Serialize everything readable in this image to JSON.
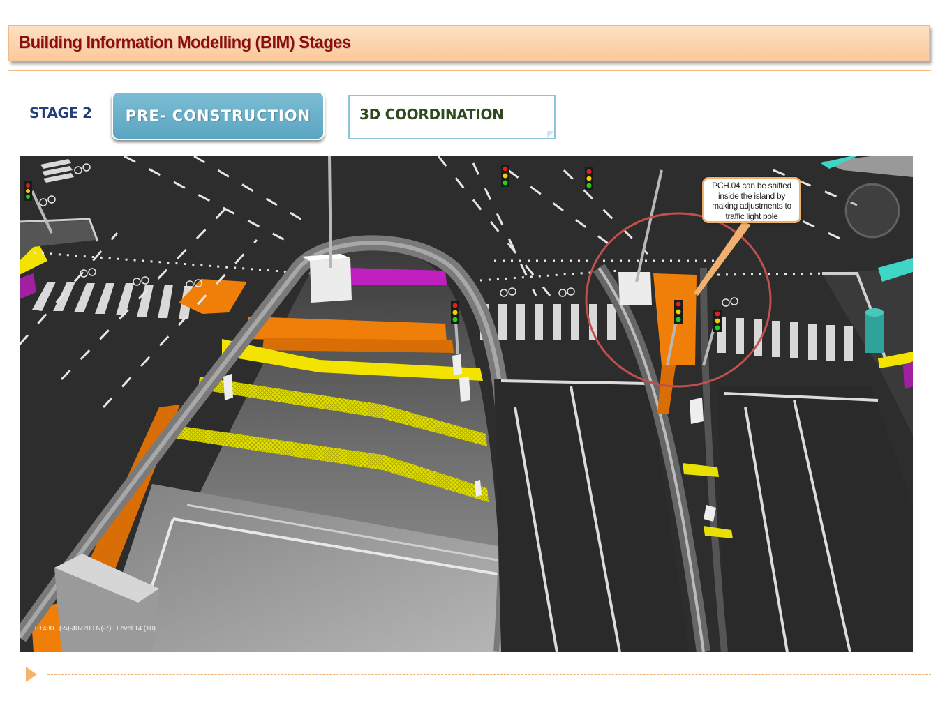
{
  "header": {
    "title": "Building Information Modelling (BIM) Stages"
  },
  "stage": {
    "label": "STAGE 2",
    "phase": "PRE- CONSTRUCTION",
    "activity": "3D COORDINATION"
  },
  "viewport": {
    "callout_lines": [
      "PCH.04 can be shifted",
      "inside the island by",
      "making adjustments to",
      "traffic light pole"
    ],
    "coordinate_readout": "0+480...(-5)-407200 N(-7) : Level 14 (10)"
  },
  "colors": {
    "title_bar": "#fbc89a",
    "title_text": "#8b0d0d",
    "stage_label": "#24407c",
    "phase_button": "#5aa5c2",
    "activity_text": "#2f4a1f",
    "highlight_circle": "#c0504d",
    "duct_orange": "#f07f09",
    "duct_yellow": "#e8e000",
    "duct_magenta": "#a020a0"
  },
  "icons": {
    "footer_marker": "triangle-right-icon"
  }
}
